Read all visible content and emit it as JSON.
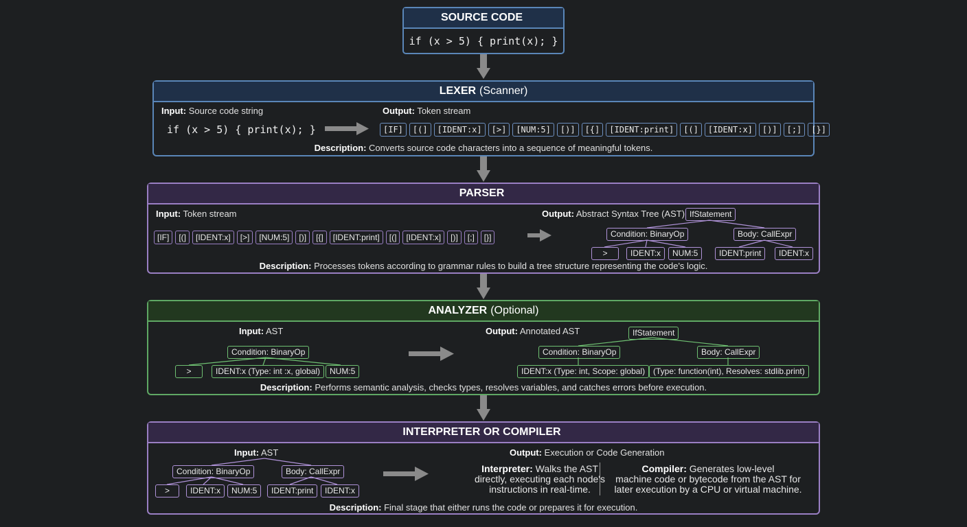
{
  "source": {
    "title": "SOURCE CODE",
    "code": "if (x > 5) { print(x); }"
  },
  "lexer": {
    "title_bold": "LEXER",
    "title_rest": "(Scanner)",
    "input_label": "Input:",
    "input_text": "Source code string",
    "code": "if (x > 5) { print(x); }",
    "output_label": "Output:",
    "output_text": "Token stream",
    "tokens": [
      "[IF]",
      "[(]",
      "[IDENT:x]",
      "[>]",
      "[NUM:5]",
      "[)]",
      "[{]",
      "[IDENT:print]",
      "[(]",
      "[IDENT:x]",
      "[)]",
      "[;]",
      "[}]"
    ],
    "desc_label": "Description:",
    "desc_text": "Converts source code characters into a sequence of meaningful tokens."
  },
  "parser": {
    "title": "PARSER",
    "input_label": "Input:",
    "input_text": "Token stream",
    "tokens": [
      "[IF]",
      "[(]",
      "[IDENT:x]",
      "[>]",
      "[NUM:5]",
      "[)]",
      "[{]",
      "[IDENT:print]",
      "[(]",
      "[IDENT:x]",
      "[)]",
      "[;]",
      "[}]"
    ],
    "output_label": "Output:",
    "output_text": "Abstract Syntax Tree (AST)",
    "tree": {
      "root": "IfStatement",
      "cond": "Condition: BinaryOp",
      "body": "Body: CallExpr",
      "gt": ">",
      "identx": "IDENT:x",
      "num5": "NUM:5",
      "identprint": "IDENT:print",
      "identx2": "IDENT:x"
    },
    "desc_label": "Description:",
    "desc_text": "Processes tokens according to grammar rules to build a tree structure representing the code's logic."
  },
  "analyzer": {
    "title_bold": "ANALYZER",
    "title_rest": "(Optional)",
    "input_label": "Input:",
    "input_text": "AST",
    "in_tree": {
      "cond": "Condition: BinaryOp",
      "gt": ">",
      "identx": "IDENT:x (Type: int :x, global)",
      "num5": "NUM:5"
    },
    "output_label": "Output:",
    "output_text": "Annotated AST",
    "out_tree": {
      "root": "IfStatement",
      "cond": "Condition: BinaryOp",
      "body": "Body: CallExpr",
      "identx": "IDENT:x (Type: int, Scope: global)",
      "call": "(Type: function(int), Resolves: stdlib.print)"
    },
    "desc_label": "Description:",
    "desc_text": "Performs semantic analysis, checks types, resolves variables, and catches errors before execution."
  },
  "interp": {
    "title": "INTERPRETER OR COMPILER",
    "input_label": "Input:",
    "input_text": "AST",
    "tree": {
      "cond": "Condition: BinaryOp",
      "body": "Body: CallExpr",
      "gt": ">",
      "identx": "IDENT:x",
      "num5": "NUM:5",
      "identprint": "IDENT:print",
      "identx2": "IDENT:x"
    },
    "output_label": "Output:",
    "output_text": "Execution or Code Generation",
    "interp_label": "Interpreter:",
    "interp_l1": "Walks the AST",
    "interp_l2": "directly, executing each node's",
    "interp_l3": "instructions in real-time.",
    "comp_label": "Compiler:",
    "comp_l1": "Generates low-level",
    "comp_l2": "machine code or bytecode from the AST for",
    "comp_l3": "later execution by a CPU or virtual machine.",
    "desc_label": "Description:",
    "desc_text": "Final stage that either runs the code or prepares it for execution."
  }
}
